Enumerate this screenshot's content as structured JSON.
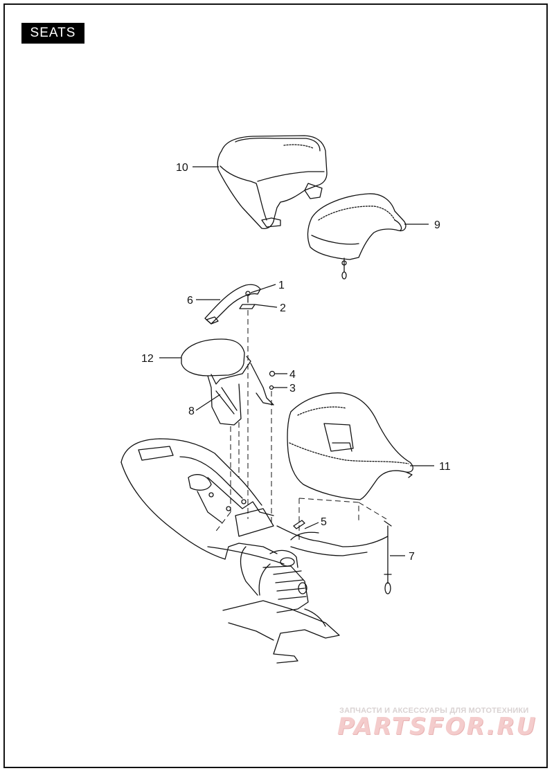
{
  "header": {
    "title": "SEATS"
  },
  "callouts": [
    {
      "id": "10",
      "label": "10"
    },
    {
      "id": "9",
      "label": "9"
    },
    {
      "id": "1",
      "label": "1"
    },
    {
      "id": "6",
      "label": "6"
    },
    {
      "id": "2",
      "label": "2"
    },
    {
      "id": "12",
      "label": "12"
    },
    {
      "id": "4",
      "label": "4"
    },
    {
      "id": "3",
      "label": "3"
    },
    {
      "id": "8",
      "label": "8"
    },
    {
      "id": "11",
      "label": "11"
    },
    {
      "id": "5",
      "label": "5"
    },
    {
      "id": "7",
      "label": "7"
    }
  ],
  "watermark": {
    "caption": "ЗАПЧАСТИ И АКСЕССУАРЫ ДЛЯ МОТОТЕХНИКИ",
    "logo": "PARTSFOR.RU"
  },
  "colors": {
    "line": "#111111",
    "watermark": "#f4cccc",
    "title_bg": "#000000",
    "title_fg": "#ffffff"
  }
}
